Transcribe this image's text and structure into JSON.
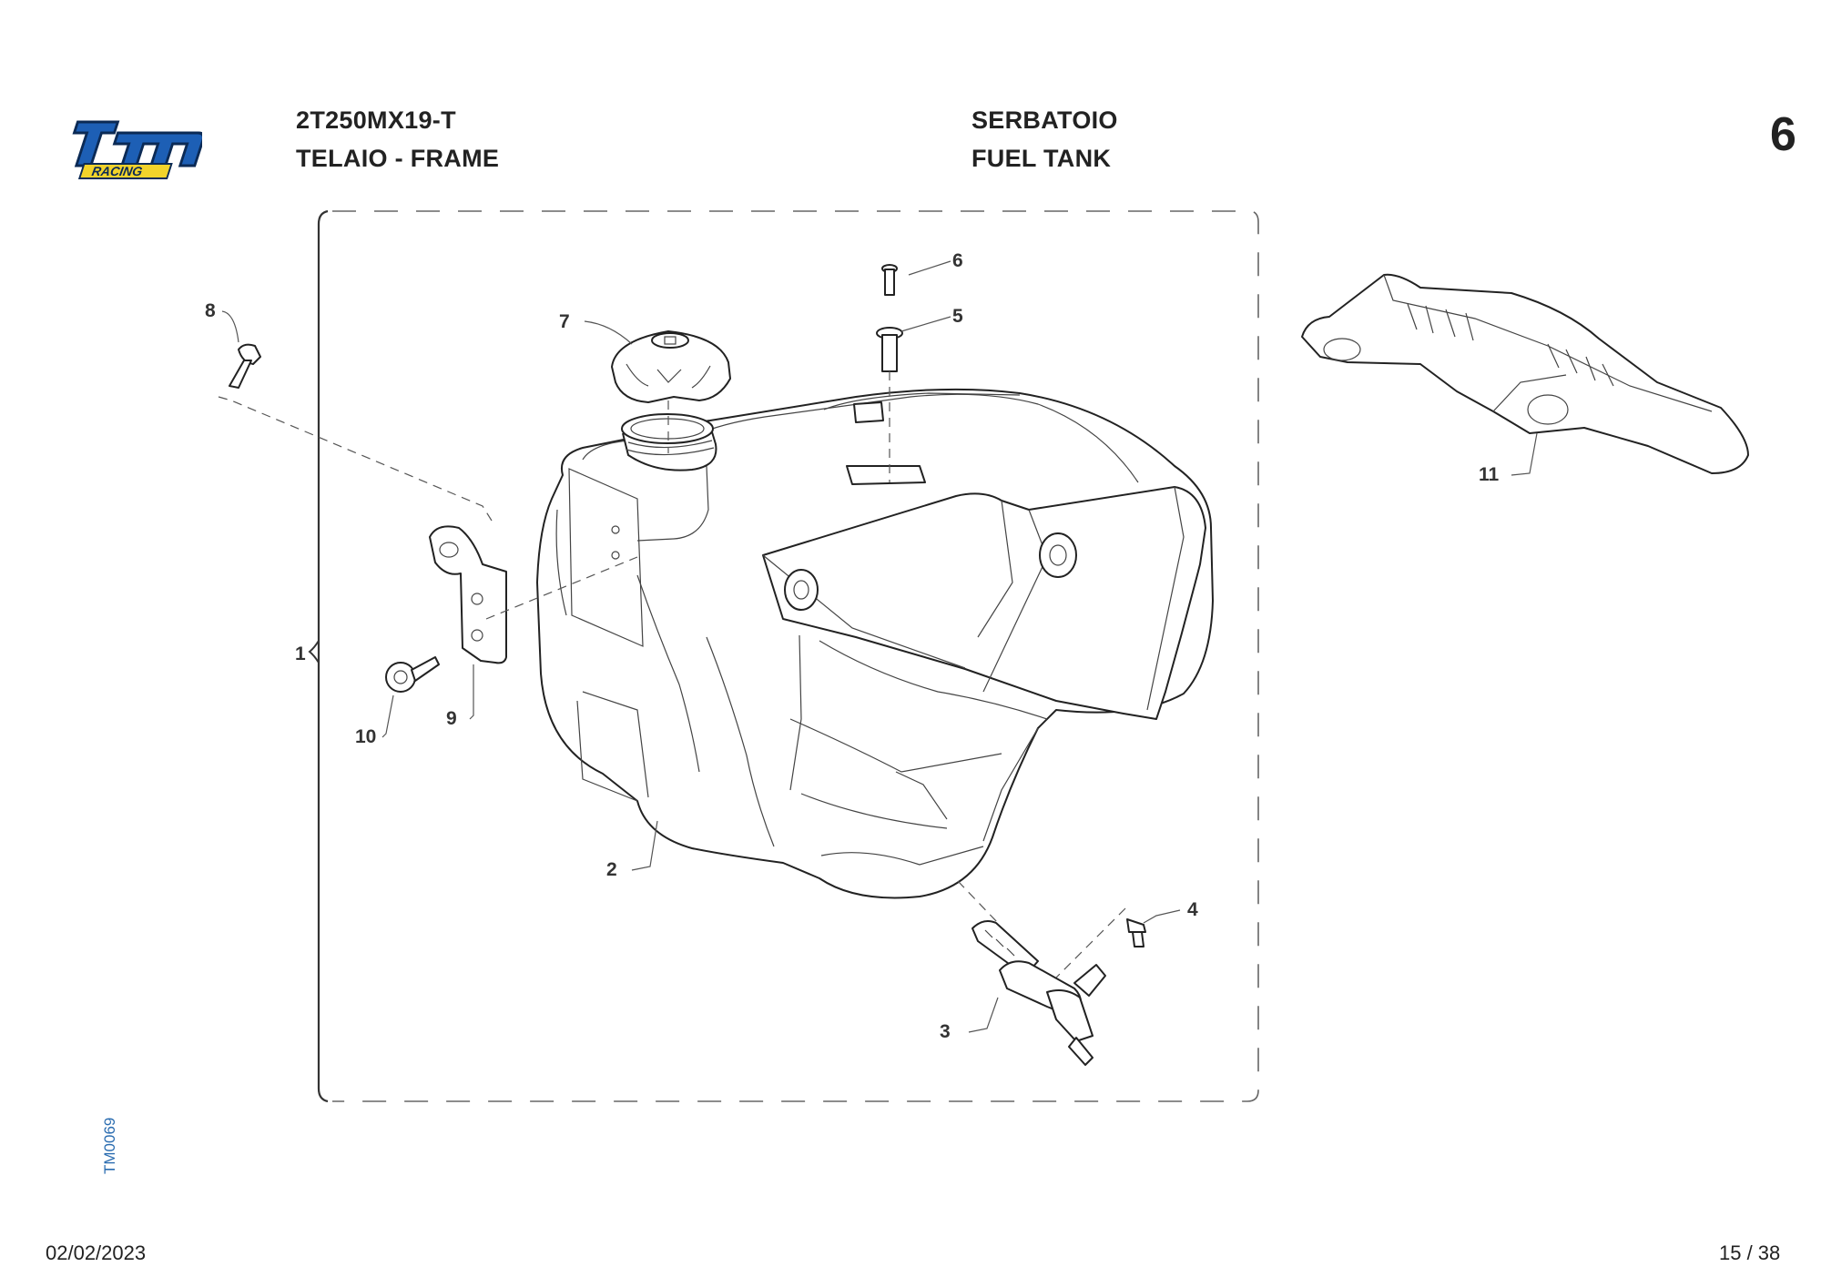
{
  "header": {
    "model_code": "2T250MX19-T",
    "group_name": "TELAIO - FRAME",
    "table_title_it": "SERBATOIO",
    "table_title_en": "FUEL TANK",
    "section_number": "6"
  },
  "logo": {
    "text_main": "tm",
    "text_sub": "RACING",
    "colors": {
      "main": "#1d5fb5",
      "outline": "#0b2a55",
      "sub": "#f2d32b"
    }
  },
  "diagram": {
    "drawing_code": "TM0069",
    "callouts": {
      "c1": "1",
      "c2": "2",
      "c3": "3",
      "c4": "4",
      "c5": "5",
      "c6": "6",
      "c7": "7",
      "c8": "8",
      "c9": "9",
      "c10": "10",
      "c11": "11"
    }
  },
  "footer": {
    "date": "02/02/2023",
    "page": "15 / 38"
  }
}
